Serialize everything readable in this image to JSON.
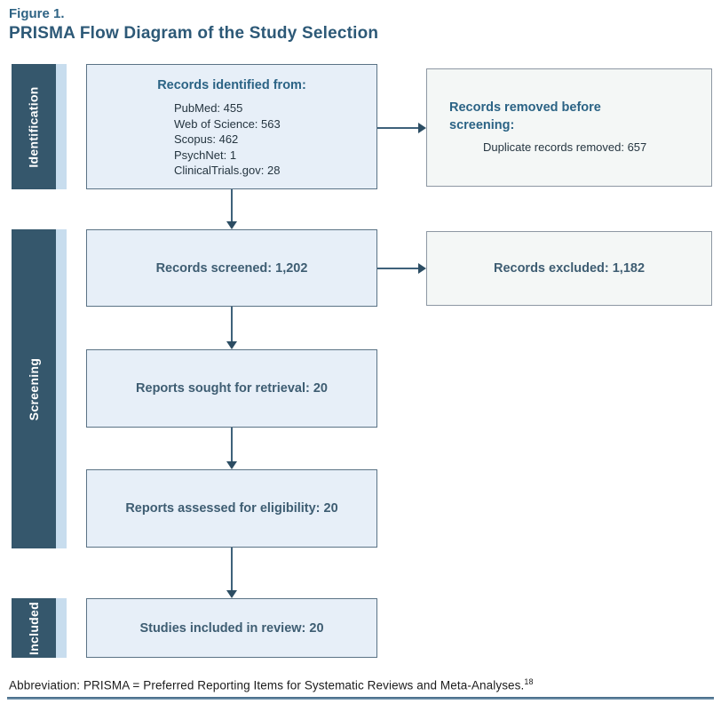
{
  "figure": {
    "label": "Figure 1.",
    "title": "PRISMA Flow Diagram of the Study Selection"
  },
  "sidebar": {
    "stages": [
      {
        "label": "Identification"
      },
      {
        "label": "Screening"
      },
      {
        "label": "Included"
      }
    ]
  },
  "flow": {
    "identified": {
      "heading": "Records identified from:",
      "sources": [
        "PubMed: 455",
        "Web of Science: 563",
        "Scopus: 462",
        "PsychNet: 1",
        "ClinicalTrials.gov: 28"
      ]
    },
    "removed": {
      "heading": "Records removed before screening:",
      "detail": "Duplicate records removed: 657"
    },
    "screened": "Records screened: 1,202",
    "excluded": "Records excluded: 1,182",
    "sought": "Reports sought for retrieval: 20",
    "assessed": "Reports assessed for eligibility: 20",
    "included": "Studies included in review: 20"
  },
  "footer": {
    "abbreviation": "Abbreviation: PRISMA = Preferred Reporting Items for Systematic Reviews and Meta-Analyses.",
    "reference_superscript": "18"
  },
  "colors": {
    "stage_bar": "#35576c",
    "stage_strip": "#c8ddee",
    "box_fill_primary": "#e7eff8",
    "box_fill_secondary": "#f4f7f6",
    "box_border_primary": "#5b7386",
    "box_border_secondary": "#8d97a3",
    "heading_text": "#2b6385",
    "box_text": "#3e5d72",
    "arrow": "#2c4d63",
    "title_text": "#2d5977",
    "bottom_rule": "#4a759a"
  }
}
